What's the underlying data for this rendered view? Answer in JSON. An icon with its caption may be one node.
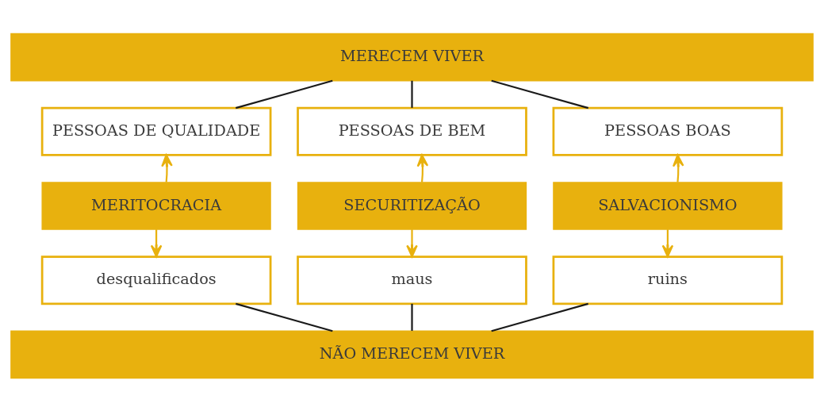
{
  "diagram": {
    "nodes": [
      {
        "text": [
          "MERECEM VIVER"
        ]
      },
      {
        "text": [
          "PESSOAS DE QUALIDADE"
        ]
      },
      {
        "text": [
          "PESSOAS DE BEM"
        ]
      },
      {
        "text": [
          "PESSOAS BOAS"
        ]
      },
      {
        "text": [
          "MERITOCRACIA"
        ]
      },
      {
        "text": [
          "SECURITIZAÇÃO"
        ]
      },
      {
        "text": [
          "SALVACIONISMO"
        ]
      },
      {
        "text": [
          "desqualificados"
        ]
      },
      {
        "text": [
          "maus"
        ]
      },
      {
        "text": [
          "ruins"
        ]
      },
      {
        "text": [
          "NÃO MERECEM VIVER"
        ]
      }
    ],
    "edges": [
      {
        "from": 0,
        "to": 1,
        "arrow": "none",
        "color": "#1a1a1a"
      },
      {
        "from": 0,
        "to": 2,
        "arrow": "none",
        "color": "#1a1a1a"
      },
      {
        "from": 0,
        "to": 3,
        "arrow": "none",
        "color": "#1a1a1a"
      },
      {
        "from": 4,
        "to": 1,
        "arrow": "to",
        "color": "#e8b10e"
      },
      {
        "from": 4,
        "to": 7,
        "arrow": "to",
        "color": "#e8b10e"
      },
      {
        "from": 5,
        "to": 2,
        "arrow": "to",
        "color": "#e8b10e"
      },
      {
        "from": 5,
        "to": 8,
        "arrow": "to",
        "color": "#e8b10e"
      },
      {
        "from": 6,
        "to": 3,
        "arrow": "to",
        "color": "#e8b10e"
      },
      {
        "from": 6,
        "to": 9,
        "arrow": "to",
        "color": "#e8b10e"
      },
      {
        "from": 7,
        "to": 10,
        "arrow": "none",
        "color": "#1a1a1a"
      },
      {
        "from": 8,
        "to": 10,
        "arrow": "none",
        "color": "#1a1a1a"
      },
      {
        "from": 9,
        "to": 10,
        "arrow": "none",
        "color": "#1a1a1a"
      }
    ]
  }
}
